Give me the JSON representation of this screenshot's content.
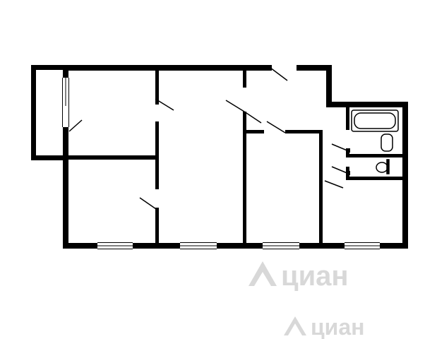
{
  "floor_plan": {
    "rooms": [
      {
        "id": "room-top-left",
        "label": ""
      },
      {
        "id": "room-bottom-left",
        "label": ""
      },
      {
        "id": "room-center-large",
        "label": ""
      },
      {
        "id": "corridor",
        "label": ""
      },
      {
        "id": "room-center-right",
        "label": ""
      },
      {
        "id": "bathroom",
        "label": ""
      },
      {
        "id": "toilet",
        "label": ""
      },
      {
        "id": "kitchen",
        "label": ""
      },
      {
        "id": "balcony",
        "label": ""
      }
    ],
    "windows": 4,
    "doors": 9
  },
  "watermark": {
    "brand_text": "циан",
    "secondary_text": "циан",
    "logo_icon": "house-icon"
  },
  "colors": {
    "wall": "#000000",
    "background": "#ffffff",
    "watermark": "#d8d8d8"
  }
}
